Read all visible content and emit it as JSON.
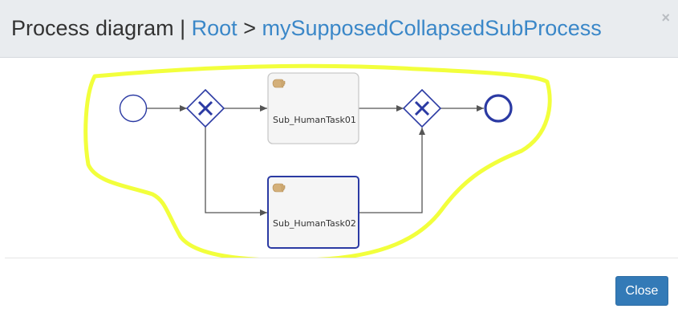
{
  "dialog": {
    "title_prefix": "Process diagram",
    "title_separator": "|",
    "breadcrumb_root": "Root",
    "breadcrumb_arrow": ">",
    "breadcrumb_current": "mySupposedCollapsedSubProcess",
    "close_icon": "×",
    "close_button_label": "Close"
  },
  "diagram": {
    "tasks": [
      {
        "label": "Sub_HumanTask01",
        "icon": "hand-icon",
        "selected": false
      },
      {
        "label": "Sub_HumanTask02",
        "icon": "hand-icon",
        "selected": true
      }
    ],
    "colors": {
      "bpmn_stroke": "#2b3aa3",
      "task_fill": "#f5f5f5",
      "task_border": "#c9c9c9",
      "flow": "#555555",
      "highlight": "#f2ff3c",
      "hand": "#d4b07a",
      "button": "#337ab7",
      "link": "#3a87c8"
    }
  }
}
